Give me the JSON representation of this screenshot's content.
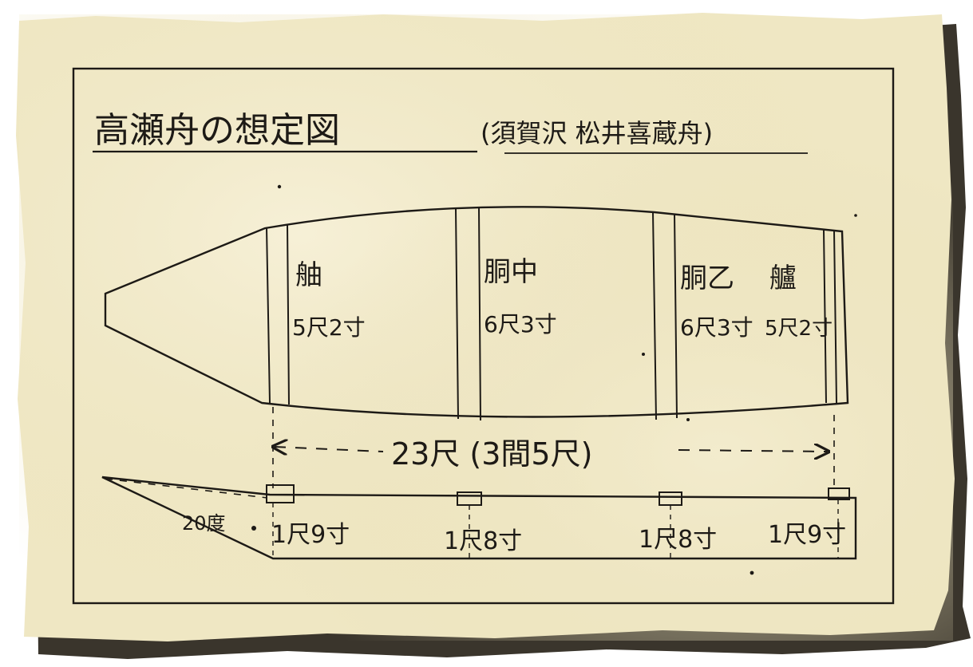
{
  "title": "高瀬舟の想定図",
  "subtitle": "(須賀沢 松井喜蔵舟)",
  "plan_view": {
    "sections": [
      {
        "name": "舳",
        "size": "5尺2寸"
      },
      {
        "name": "胴中",
        "size": "6尺3寸"
      },
      {
        "name": "胴乙",
        "size": "6尺3寸"
      },
      {
        "name": "艫",
        "size": "5尺2寸"
      }
    ],
    "length_label": "23尺 (3間5尺)"
  },
  "side_view": {
    "bow_angle": "20度",
    "heights": [
      "1尺9寸",
      "1尺8寸",
      "1尺8寸",
      "1尺9寸"
    ]
  },
  "colors": {
    "paper": "#efe7c3",
    "paper_light": "#f6f0d6",
    "ink": "#1d1a16",
    "shadow": "#3a352c"
  }
}
